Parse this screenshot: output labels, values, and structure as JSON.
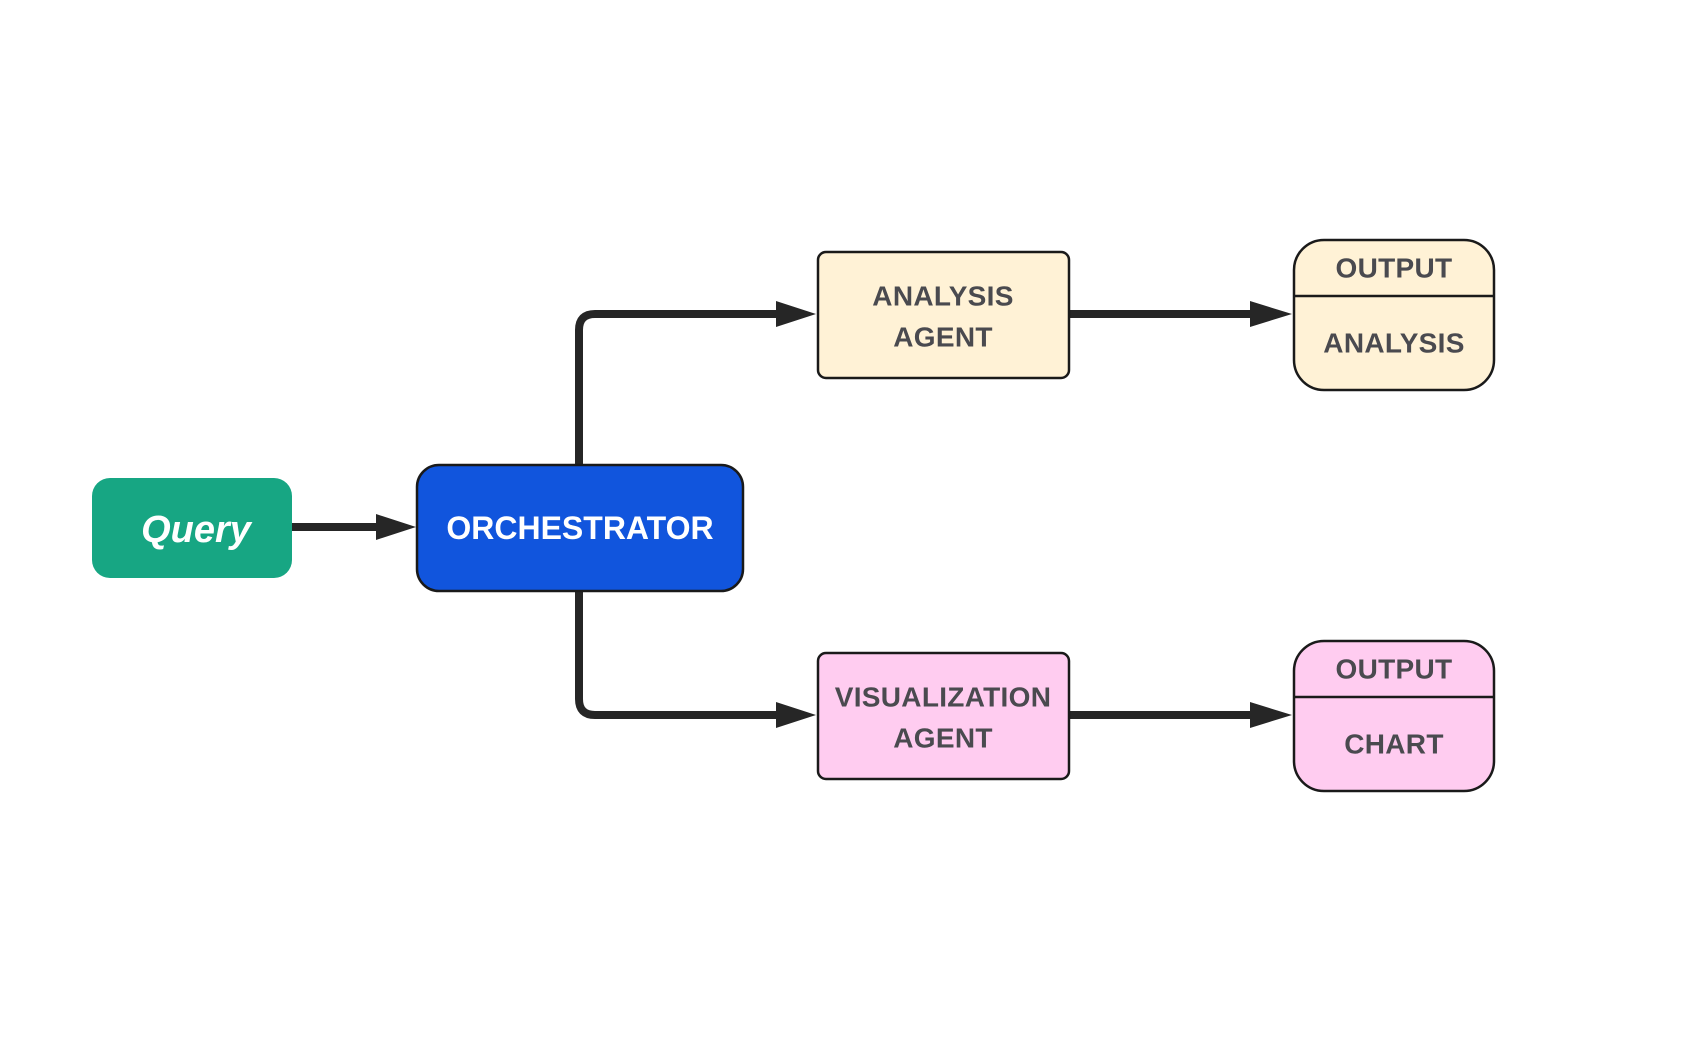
{
  "colors": {
    "query": "#17a683",
    "orchestrator": "#1155dd",
    "analysis": "#fff2d6",
    "visualization": "#ffccf0",
    "connector": "#262626",
    "text_dark": "#4a4a4f"
  },
  "nodes": {
    "query": {
      "label": "Query"
    },
    "orchestrator": {
      "label": "ORCHESTRATOR"
    },
    "analysis_agent": {
      "line1": "ANALYSIS",
      "line2": "AGENT"
    },
    "visualization_agent": {
      "line1": "VISUALIZATION",
      "line2": "AGENT"
    },
    "output_analysis": {
      "header": "OUTPUT",
      "body": "ANALYSIS"
    },
    "output_chart": {
      "header": "OUTPUT",
      "body": "CHART"
    }
  }
}
